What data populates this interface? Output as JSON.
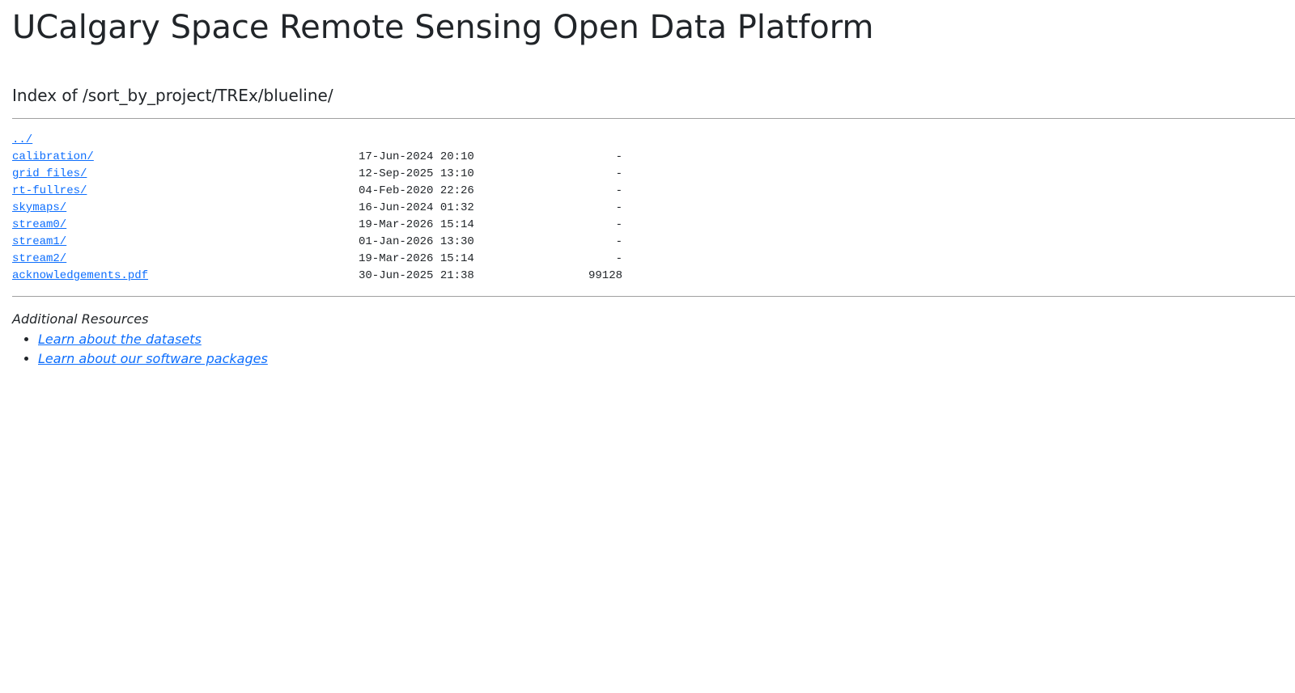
{
  "header": {
    "title": "UCalgary Space Remote Sensing Open Data Platform"
  },
  "index": {
    "title": "Index of /sort_by_project/TREx/blueline/"
  },
  "listing": {
    "parent": "../",
    "entries": [
      {
        "name": "calibration/",
        "date": "17-Jun-2024 20:10",
        "size": "-"
      },
      {
        "name": "grid_files/",
        "date": "12-Sep-2025 13:10",
        "size": "-"
      },
      {
        "name": "rt-fullres/",
        "date": "04-Feb-2020 22:26",
        "size": "-"
      },
      {
        "name": "skymaps/",
        "date": "16-Jun-2024 01:32",
        "size": "-"
      },
      {
        "name": "stream0/",
        "date": "19-Mar-2026 15:14",
        "size": "-"
      },
      {
        "name": "stream1/",
        "date": "01-Jan-2026 13:30",
        "size": "-"
      },
      {
        "name": "stream2/",
        "date": "19-Mar-2026 15:14",
        "size": "-"
      },
      {
        "name": "acknowledgements.pdf",
        "date": "30-Jun-2025 21:38",
        "size": "99128"
      }
    ]
  },
  "resources": {
    "heading": "Additional Resources",
    "links": [
      {
        "label": "Learn about the datasets"
      },
      {
        "label": "Learn about our software packages"
      }
    ]
  },
  "colors": {
    "link": "#0d6efd",
    "text": "#212529",
    "divider": "#a0a0a0"
  }
}
